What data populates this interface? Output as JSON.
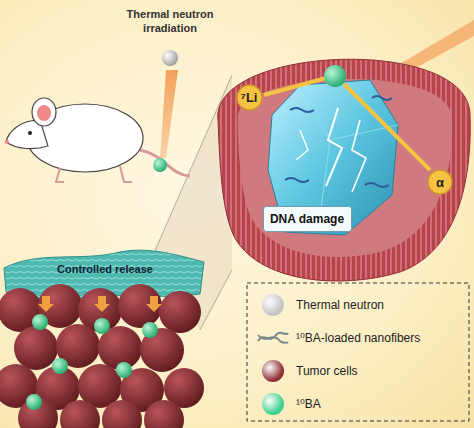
{
  "diagram": {
    "nodes": [
      {
        "text": [
          "⁷Li"
        ]
      },
      {
        "text": [
          "α"
        ]
      },
      {
        "text": [
          "DNA damage"
        ]
      }
    ],
    "labels": [
      "Thermal neutron irradiation",
      "Controlled release"
    ],
    "legend": [
      {
        "text": "Thermal neutron",
        "color": "#c4c4c4"
      },
      {
        "text": "¹⁰BA-loaded nanofibers"
      },
      {
        "text": "Tumor cells",
        "color": "#8e2f33"
      },
      {
        "text": "¹⁰BA",
        "color": "#3ccf8e"
      }
    ]
  }
}
